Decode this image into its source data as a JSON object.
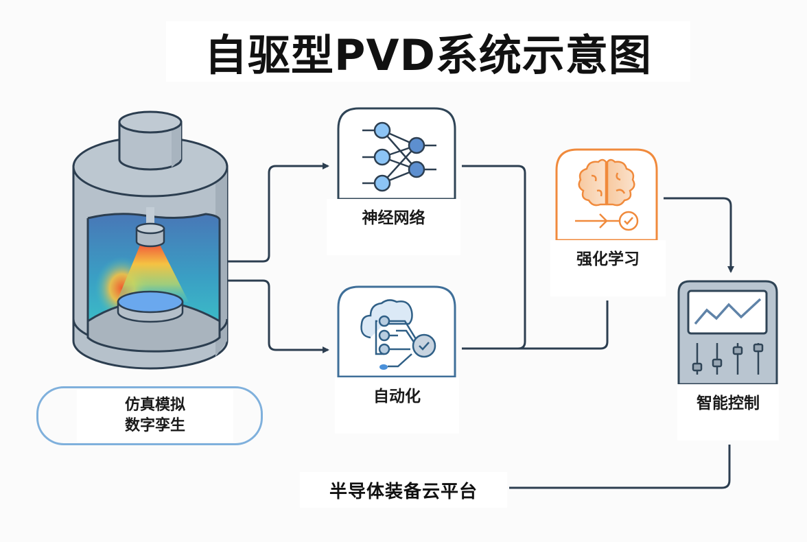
{
  "title": "自驱型PVD系统示意图",
  "nodes": {
    "pvd_chamber": {
      "label_line1": "仿真模拟",
      "label_line2": "数字孪生",
      "icon": "pvd-chamber-icon"
    },
    "neural_network": {
      "label": "神经网络",
      "icon": "neural-network-icon"
    },
    "automation": {
      "label": "自动化",
      "icon": "cloud-automation-icon"
    },
    "reinforcement_learning": {
      "label": "强化学习",
      "icon": "brain-icon"
    },
    "intelligent_control": {
      "label": "智能控制",
      "icon": "control-panel-icon"
    },
    "cloud_platform": {
      "label": "半导体装备云平台"
    }
  },
  "colors": {
    "line": "#2c3e50",
    "nn_border": "#2f4456",
    "automation_border": "#3f6f99",
    "rl_border": "#f08a3c",
    "control_fill": "#b9c5d0",
    "sim_border": "#7fb0dc"
  }
}
